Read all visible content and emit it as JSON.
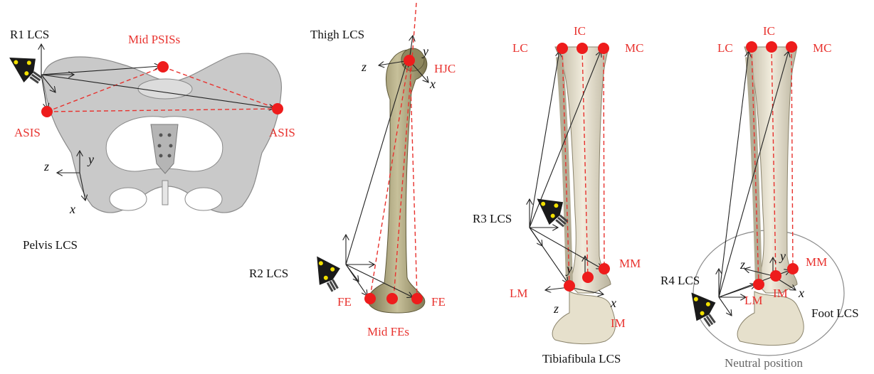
{
  "pelvis": {
    "r1_label": "R1 LCS",
    "mid_psis_label": "Mid PSISs",
    "asis_left_label": "ASIS",
    "asis_right_label": "ASIS",
    "axis_z": "z",
    "axis_y": "y",
    "axis_x": "x",
    "caption": "Pelvis LCS"
  },
  "thigh": {
    "title": "Thigh LCS",
    "hjc_label": "HJC",
    "axis_z": "z",
    "axis_y": "y",
    "axis_x": "x",
    "r2_label": "R2 LCS",
    "fe_left_label": "FE",
    "fe_right_label": "FE",
    "mid_fes_label": "Mid FEs"
  },
  "tibia": {
    "lc_label": "LC",
    "ic_label": "IC",
    "mc_label": "MC",
    "r3_label": "R3 LCS",
    "mm_label": "MM",
    "lm_label": "LM",
    "im_label": "IM",
    "axis_y": "y",
    "axis_z": "z",
    "axis_x": "x",
    "caption": "Tibiafibula LCS"
  },
  "foot": {
    "lc_label": "LC",
    "ic_label": "IC",
    "mc_label": "MC",
    "r4_label": "R4 LCS",
    "mm_label": "MM",
    "lm_label": "LM",
    "im_label": "IM",
    "axis_z": "z",
    "axis_y": "y",
    "axis_x": "x",
    "foot_lcs_label": "Foot LCS",
    "caption": "Neutral position"
  },
  "colors": {
    "landmark": "#ee1c1c",
    "label": "#e8322e",
    "bone_pelvis": "#c9c9c9",
    "bone_femur": "#a8a178",
    "bone_tibia": "#d9d3c0"
  }
}
